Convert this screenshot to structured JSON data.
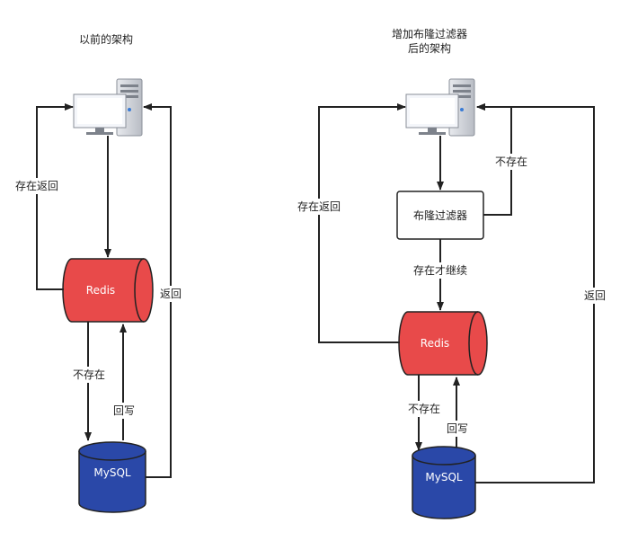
{
  "left": {
    "title": "以前的架构",
    "redis": "Redis",
    "mysql": "MySQL",
    "edge_exists_return": "存在返回",
    "edge_not_exists": "不存在",
    "edge_write_back": "回写",
    "edge_return": "返回"
  },
  "right": {
    "title_line1": "增加布隆过滤器",
    "title_line2": "后的架构",
    "bloom_filter": "布隆过滤器",
    "redis": "Redis",
    "mysql": "MySQL",
    "edge_exists_return": "存在返回",
    "edge_not_exists_filter": "不存在",
    "edge_exists_continue": "存在才继续",
    "edge_not_exists": "不存在",
    "edge_write_back": "回写",
    "edge_return": "返回"
  },
  "colors": {
    "redis_fill": "#e84a4a",
    "mysql_fill": "#2a48a8",
    "line": "#222222"
  }
}
